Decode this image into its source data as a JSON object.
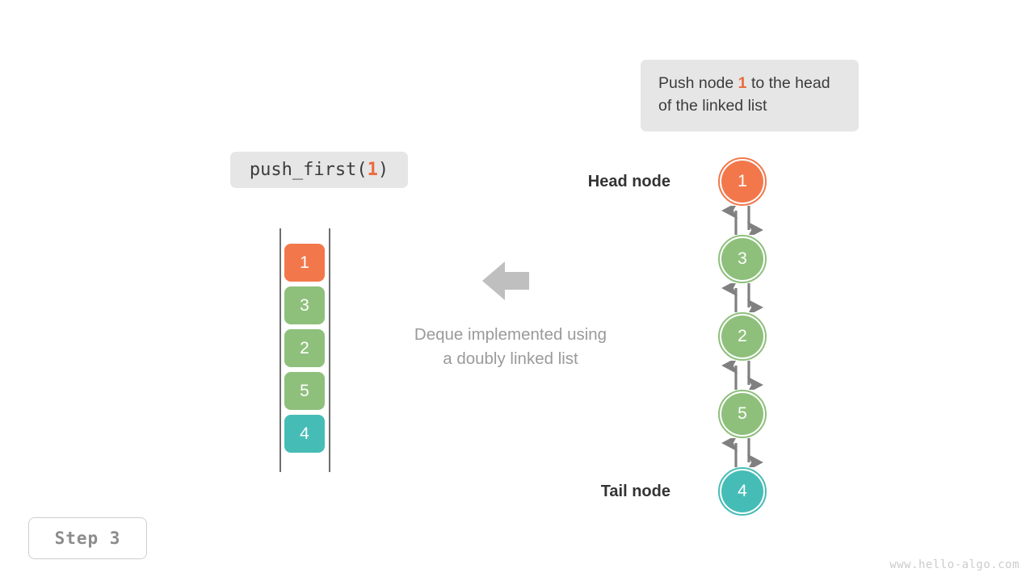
{
  "callout": {
    "text_before": "Push node ",
    "highlight": "1",
    "text_after": " to the head of the linked list"
  },
  "operation": {
    "name": "push_first(",
    "argument": "1",
    "close": ")"
  },
  "stack": {
    "cells": [
      {
        "value": "1",
        "color": "#f2784b"
      },
      {
        "value": "3",
        "color": "#8ec07c"
      },
      {
        "value": "2",
        "color": "#8ec07c"
      },
      {
        "value": "5",
        "color": "#8ec07c"
      },
      {
        "value": "4",
        "color": "#45bdb6"
      }
    ]
  },
  "center": {
    "caption_line1": "Deque implemented using",
    "caption_line2": "a doubly linked list",
    "arrow_color": "#bfbfbf"
  },
  "linked_list": {
    "head_label": "Head node",
    "tail_label": "Tail node",
    "link_color": "#808080",
    "nodes": [
      {
        "value": "1",
        "color": "#f2784b",
        "ring": "#f2784b"
      },
      {
        "value": "3",
        "color": "#8ec07c",
        "ring": "#8ec07c"
      },
      {
        "value": "2",
        "color": "#8ec07c",
        "ring": "#8ec07c"
      },
      {
        "value": "5",
        "color": "#8ec07c",
        "ring": "#8ec07c"
      },
      {
        "value": "4",
        "color": "#45bdb6",
        "ring": "#45bdb6"
      }
    ]
  },
  "step_badge": "Step 3",
  "watermark": "www.hello-algo.com",
  "colors": {
    "accent_orange": "#ec6b3f",
    "green": "#8ec07c",
    "teal": "#45bdb6",
    "bubble_gray": "#e6e6e6",
    "text_gray": "#9a9a9a"
  }
}
